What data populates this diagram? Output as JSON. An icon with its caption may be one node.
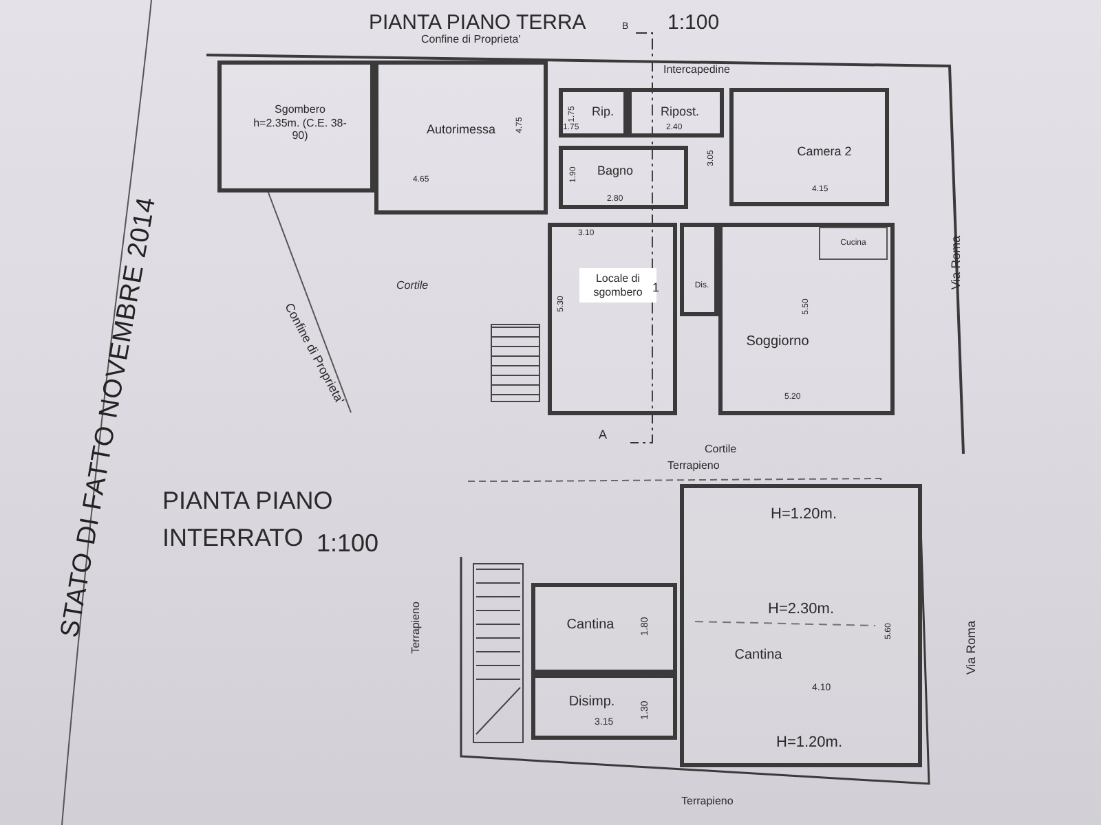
{
  "diagram": {
    "title": "STATO DI FATTO NOVEMBRE 2014",
    "nodes": [
      {
        "text": [
          "Sgombero h=2.35m. (C.E. 38-90)"
        ]
      },
      {
        "text": [
          "Autorimessa"
        ]
      },
      {
        "text": [
          "Rip."
        ]
      },
      {
        "text": [
          "Ripost."
        ]
      },
      {
        "text": [
          "Bagno"
        ]
      },
      {
        "text": [
          "Camera 2"
        ]
      },
      {
        "text": [
          "Locale di sgombero"
        ]
      },
      {
        "text": [
          "Dis."
        ]
      },
      {
        "text": [
          "Soggiorno"
        ]
      },
      {
        "text": [
          "Cucina"
        ],
        "in": 8
      },
      {
        "text": [
          "Cantina"
        ]
      },
      {
        "text": [
          "Disimp."
        ]
      },
      {
        "text": [
          "Cantina"
        ]
      }
    ],
    "labels": [
      "PIANTA PIANO TERRA",
      "1:100",
      "B",
      "Confine di Proprieta'",
      "Intercapedine",
      "4.75",
      "4.65",
      "1.75",
      "1.75",
      "2.40",
      "1.90",
      "2.80",
      "3.05",
      "4.15",
      "3.10",
      "5.30",
      "Cortile",
      "1",
      "Confine di Proprieta'",
      "5.50",
      "5.20",
      "Via Roma",
      "A",
      "Cortile",
      "Terrapieno",
      "PIANTA PIANO",
      "INTERRATO",
      "1:100",
      "Terrapieno",
      "1.80",
      "1.30",
      "3.15",
      "H=1.20m.",
      "H=2.30m.",
      "5.60",
      "4.10",
      "H=1.20m.",
      "Via Roma",
      "Terrapieno"
    ]
  }
}
